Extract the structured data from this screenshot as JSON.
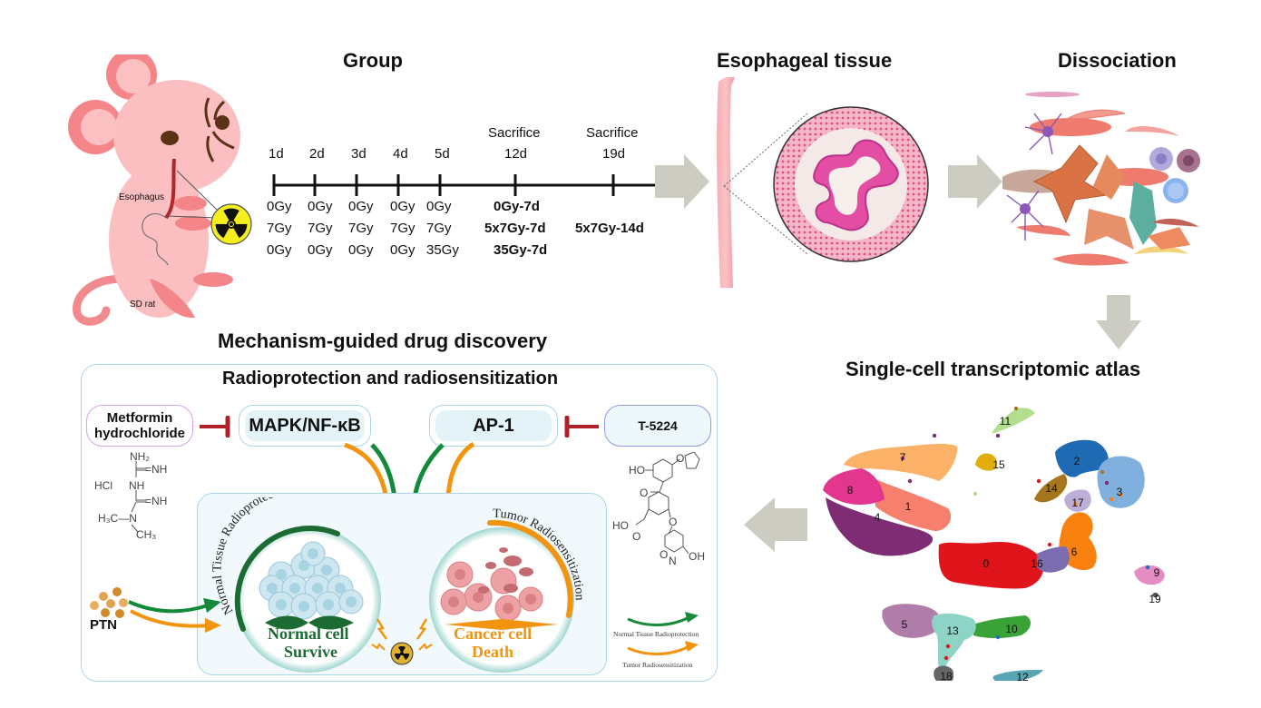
{
  "sections": {
    "group_title": "Group",
    "tissue_title": "Esophageal tissue",
    "dissociation_title": "Dissociation",
    "atlas_title": "Single-cell transcriptomic atlas",
    "drug_title": "Mechanism-guided drug discovery"
  },
  "rat": {
    "esophagus_label": "Esophagus",
    "species_label": "SD rat",
    "radiation_icon": "radiation-hazard-icon"
  },
  "timeline": {
    "days": [
      {
        "label": "1d",
        "header": ""
      },
      {
        "label": "2d",
        "header": ""
      },
      {
        "label": "3d",
        "header": ""
      },
      {
        "label": "4d",
        "header": ""
      },
      {
        "label": "5d",
        "header": ""
      },
      {
        "label": "12d",
        "header": "Sacrifice"
      },
      {
        "label": "19d",
        "header": "Sacrifice"
      }
    ],
    "rows": [
      {
        "doses": [
          "0Gy",
          "0Gy",
          "0Gy",
          "0Gy",
          "0Gy"
        ],
        "group_12d": "0Gy-7d",
        "group_19d": ""
      },
      {
        "doses": [
          "7Gy",
          "7Gy",
          "7Gy",
          "7Gy",
          "7Gy"
        ],
        "group_12d": "5x7Gy-7d",
        "group_19d": "5x7Gy-14d"
      },
      {
        "doses": [
          "0Gy",
          "0Gy",
          "0Gy",
          "0Gy",
          "35Gy"
        ],
        "group_12d": "35Gy-7d",
        "group_19d": ""
      }
    ]
  },
  "atlas": {
    "clusters": [
      {
        "id": "0",
        "color": "#e0151b"
      },
      {
        "id": "1",
        "color": "#f6806d"
      },
      {
        "id": "2",
        "color": "#1f6bb3"
      },
      {
        "id": "3",
        "color": "#7fb0de"
      },
      {
        "id": "4",
        "color": "#7e2d74"
      },
      {
        "id": "5",
        "color": "#b07ca9"
      },
      {
        "id": "6",
        "color": "#f98110"
      },
      {
        "id": "7",
        "color": "#fbb168"
      },
      {
        "id": "8",
        "color": "#e3368f"
      },
      {
        "id": "9",
        "color": "#e58cc5"
      },
      {
        "id": "10",
        "color": "#3aa337"
      },
      {
        "id": "11",
        "color": "#b2de8e"
      },
      {
        "id": "12",
        "color": "#57a4b3"
      },
      {
        "id": "13",
        "color": "#8ed4c6"
      },
      {
        "id": "14",
        "color": "#a6761d"
      },
      {
        "id": "15",
        "color": "#e2ae0c"
      },
      {
        "id": "16",
        "color": "#7b6cb2"
      },
      {
        "id": "17",
        "color": "#bcaed6"
      },
      {
        "id": "18",
        "color": "#666666"
      },
      {
        "id": "19",
        "color": "#555555"
      }
    ]
  },
  "drug_panel": {
    "subtitle": "Radioprotection and radiosensitization",
    "drugs": {
      "metformin": {
        "name": "Metformin hydrochloride",
        "line1": "Metformin",
        "line2": "hydrochloride"
      },
      "t5224": {
        "name": "T-5224"
      },
      "ptn": {
        "name": "PTN"
      }
    },
    "pathways": {
      "left": "MAPK/NF-κB",
      "right": "AP-1"
    },
    "metformin_structure": {
      "nh2": "NH₂",
      "nh_a": "=NH",
      "hcl": "HCl",
      "nh_b": "NH",
      "nh_c": "=NH",
      "h3c": "H₃C—N",
      "ch3": "CH₃"
    },
    "t5224_structure": {
      "ho_top": "HO",
      "o_ketone": "O",
      "o_ether": "O",
      "ho_acid": "HO",
      "o_acid": "O",
      "o_link": "O",
      "o_ring": "O",
      "n_ring": "N",
      "oh": "OH"
    },
    "normal": {
      "arc_label": "Normal Tissue Radioprotection",
      "line1": "Normal cell",
      "line2": "Survive",
      "color": "#1b6b33"
    },
    "tumor": {
      "arc_label": "Tumor Radiosensitization",
      "line1": "Cancer cell",
      "line2": "Death",
      "color": "#f29410"
    },
    "legend": [
      {
        "label": "Normal Tissue Radioprotection",
        "color": "#1a8a3a"
      },
      {
        "label": "Tumor Radiosensitization",
        "color": "#f29410"
      }
    ],
    "inhibit_color": "#b0202a"
  }
}
